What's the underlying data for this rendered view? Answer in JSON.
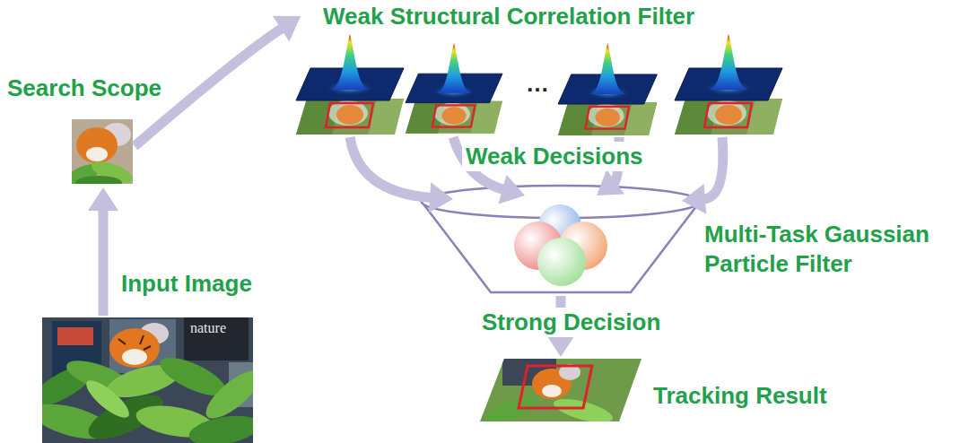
{
  "diagram": {
    "nodes": [
      {
        "text": [
          "Input Image"
        ]
      },
      {
        "text": [
          "Search Scope"
        ]
      },
      {
        "text": [
          "Weak Structural Correlation Filter"
        ]
      },
      {
        "text": [
          "Multi-Task Gaussian Particle Filter"
        ]
      },
      {
        "text": [
          "Tracking Result"
        ]
      }
    ],
    "edges": [
      {
        "from": 0,
        "to": 1,
        "arrow": "to"
      },
      {
        "from": 1,
        "to": 2,
        "arrow": "to"
      },
      {
        "from": 2,
        "to": 3,
        "arrow": "to"
      },
      {
        "from": 2,
        "to": 3,
        "arrow": "to",
        "label": "Weak Decisions"
      },
      {
        "from": 2,
        "to": 3,
        "arrow": "to"
      },
      {
        "from": 2,
        "to": 3,
        "arrow": "to"
      },
      {
        "from": 3,
        "to": 4,
        "arrow": "to",
        "label": "Strong Decision"
      }
    ],
    "labels": [
      "nature",
      "…"
    ]
  }
}
